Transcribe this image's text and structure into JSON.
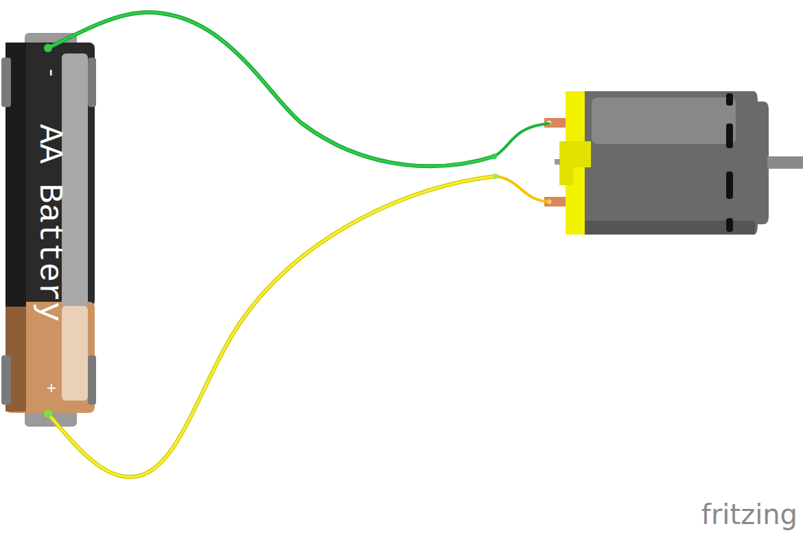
{
  "diagram": {
    "labels": [
      "-",
      "AA Battery",
      "+",
      "fritzing"
    ]
  }
}
